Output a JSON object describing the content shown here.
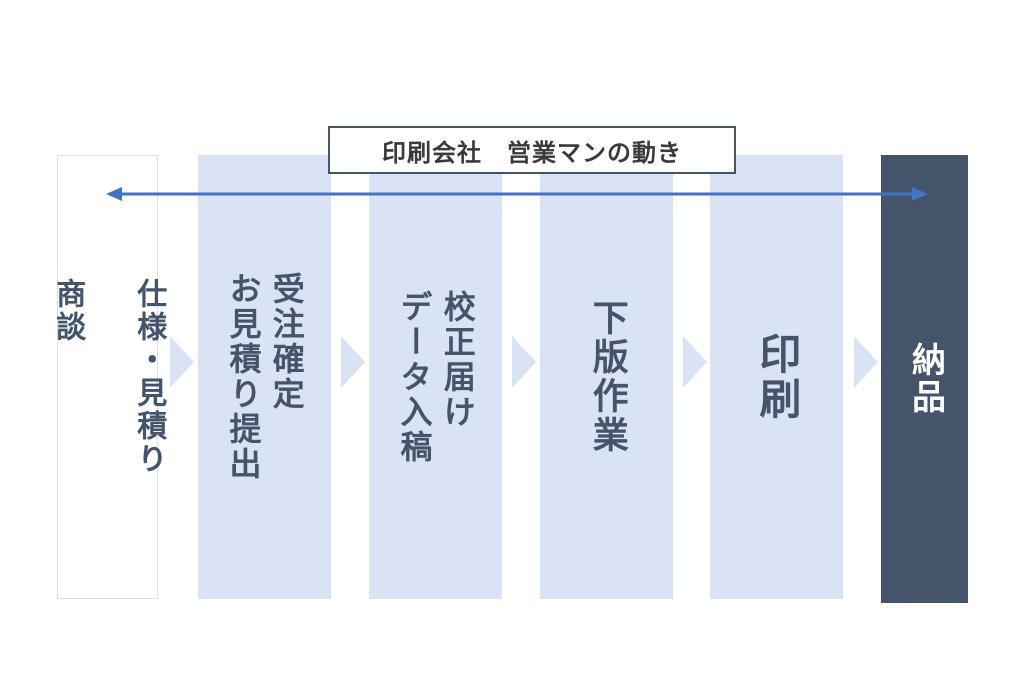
{
  "title": "印刷会社　営業マンの動き",
  "steps": [
    {
      "label": "仕様・見積り\n\n商談"
    },
    {
      "label": "受注確定\nお見積り提出"
    },
    {
      "label": "校正届け\nデータ入稿"
    },
    {
      "label": "下版作業"
    },
    {
      "label": "印刷"
    },
    {
      "label": "納品"
    }
  ],
  "colors": {
    "step_fill": "#dae3f3",
    "final_fill": "#44546a",
    "text": "#44546a",
    "arrow": "#4472c4"
  }
}
